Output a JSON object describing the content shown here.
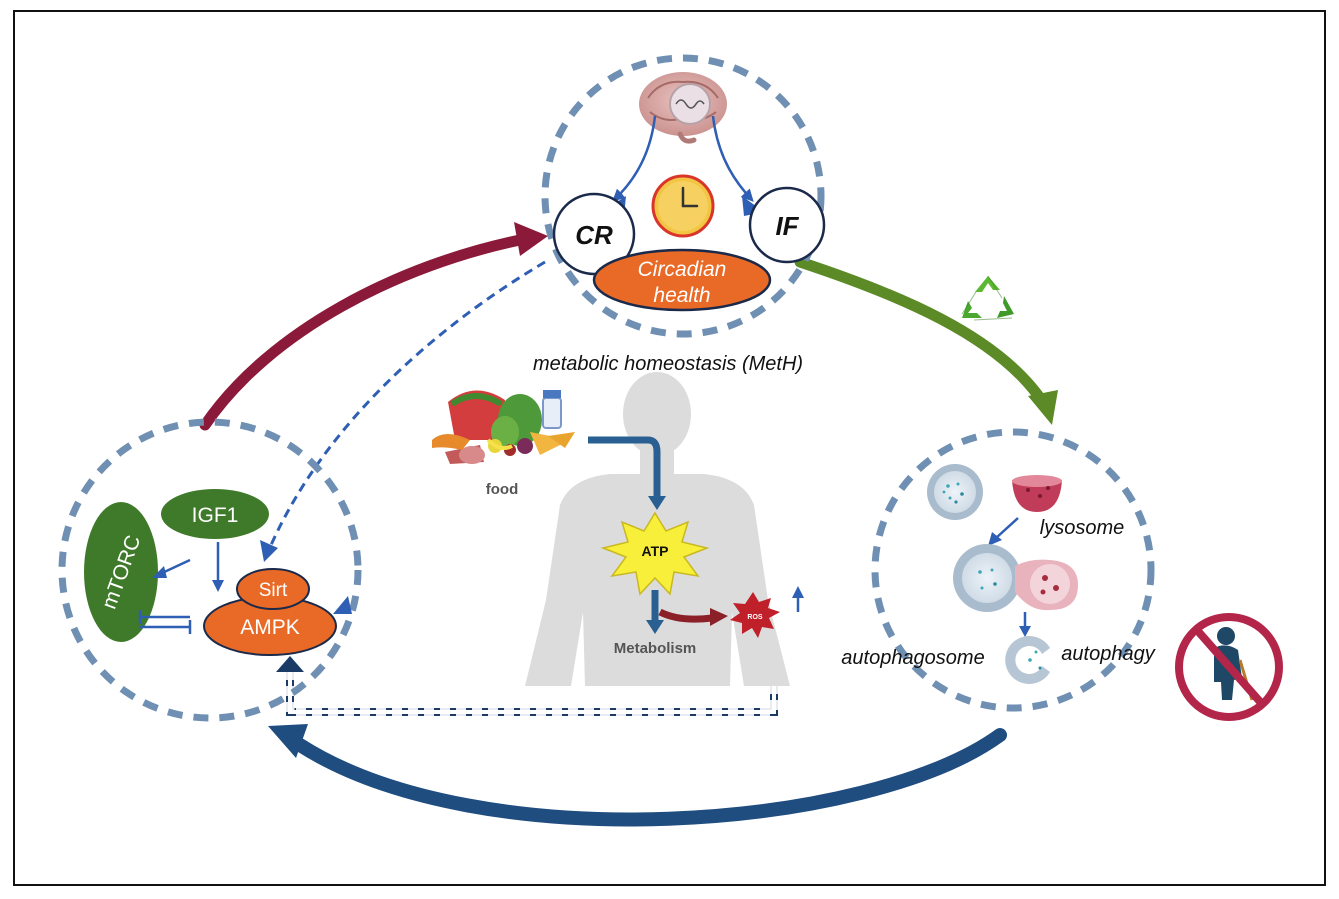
{
  "labels": {
    "cr": "CR",
    "if": "IF",
    "circadian_line1": "Circadian",
    "circadian_line2": "health",
    "meth": "metabolic homeostasis (MetH)",
    "food": "food",
    "atp": "ATP",
    "ros": "ROS",
    "metabolism": "Metabolism",
    "igf1": "IGF1",
    "mtorc": "mTORC",
    "sirt": "Sirt",
    "ampk": "AMPK",
    "lysosome": "lysosome",
    "autophagosome": "autophagosome",
    "autophagy": "autophagy"
  },
  "colors": {
    "dashed_circle": "#6f8fb3",
    "crimson_arrow": "#8b1a3a",
    "green_arrow": "#5c8a26",
    "navy_arrow": "#1f4d80",
    "blue_connector": "#2e5fb4",
    "orange_node": "#e86a26",
    "dark_green_node": "#3f7a2a",
    "atp_yellow": "#f7ef3a",
    "ros_red": "#c0202a",
    "no_sign_red": "#b3264a",
    "body_silhouette": "#dcdcdc"
  },
  "icons": [
    "brain-icon",
    "clock-icon",
    "recycle-icon",
    "food-icon",
    "human-silhouette-icon",
    "no-elderly-icon",
    "cell-icon"
  ]
}
